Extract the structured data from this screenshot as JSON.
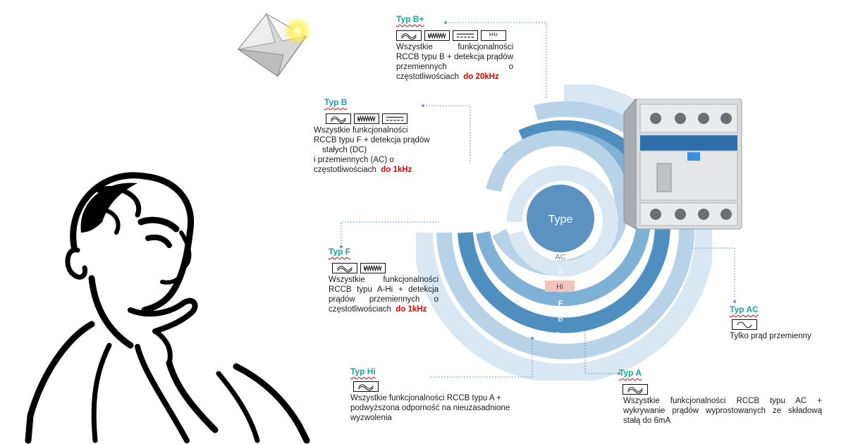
{
  "diagram": {
    "center_label": "Type",
    "ring_labels": [
      "AC",
      "A",
      "Hi",
      "F",
      "B",
      "B+"
    ],
    "colors": {
      "accent_title": "#17a2a2",
      "highlight_red": "#e00000",
      "ring_dark": "#4f8fbf",
      "ring_mid": "#7fb0d5",
      "ring_light": "#b8d3e8",
      "ring_pale": "#d9e7f2",
      "hi_badge": "#f2c4bb"
    },
    "types": [
      {
        "key": "bplus",
        "title": "Typ B+",
        "symbols": [
          "ac-wave-icon",
          "pulsating-dc-icon",
          "dc-smooth-icon",
          "khz-icon"
        ],
        "khz_label": "kHz",
        "text": "Wszystkie funkcjonalności RCCB typu B + detekcja prądów przemiennych o częstotliwościach",
        "highlight": "do 20kHz"
      },
      {
        "key": "b",
        "title": "Typ B",
        "symbols": [
          "ac-wave-icon",
          "pulsating-dc-icon",
          "dc-smooth-icon"
        ],
        "text_lines": [
          "Wszystkie funkcjonalności",
          "RCCB typu F + detekcja prądów",
          "stałych (DC)",
          "i przemiennych (AC) o",
          "częstotliwościach"
        ],
        "highlight": "do 1kHz"
      },
      {
        "key": "f",
        "title": "Typ F",
        "symbols": [
          "ac-wave-icon",
          "pulsating-dc-icon"
        ],
        "text": "Wszystkie funkcjonalności RCCB typu A-Hi + detekcja prądów przemiennych o częstotliwościach",
        "highlight": "do 1kHz"
      },
      {
        "key": "hi",
        "title": "Typ Hi",
        "symbols": [
          "ac-wave-icon"
        ],
        "text_lines": [
          "Wszystkie funkcjonalności RCCB typu A +",
          "podwyższona odporność na nieuzasadnione",
          "wyzwolenia"
        ]
      },
      {
        "key": "a",
        "title": "Typ A",
        "symbols": [
          "ac-wave-icon"
        ],
        "text": "Wszystkie funkcjonalności RCCB typu AC + wykrywanie prądów wyprostowanych ze składową stałą do 6mA"
      },
      {
        "key": "ac",
        "title": "Typ AC",
        "symbols": [
          "ac-sine-icon"
        ],
        "text": "Tylko prąd przemienny"
      }
    ]
  }
}
